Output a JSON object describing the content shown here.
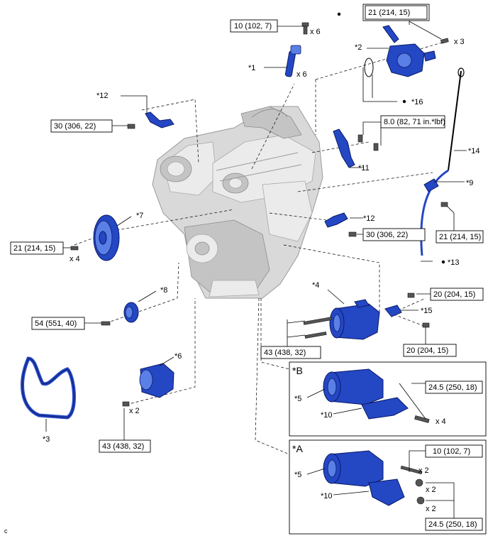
{
  "parts": {
    "p1": "*1",
    "p2": "*2",
    "p3": "*3",
    "p4": "*4",
    "p5a": "*5",
    "p5b": "*5",
    "p6": "*6",
    "p7": "*7",
    "p8": "*8",
    "p9": "*9",
    "p10a": "*10",
    "p10b": "*10",
    "p11": "*11",
    "p12a": "*12",
    "p12b": "*12",
    "p13": "*13",
    "p14": "*14",
    "p15": "*15",
    "p16": "*16"
  },
  "torques": {
    "t_top_left": "10 (102, 7)",
    "t_top_right": "21 (214, 15)",
    "t_left_bracket": "30 (306, 22)",
    "t_bracket_11": "8.0 (82, 71 in.*lbf)",
    "t_bracket_12": "30 (306, 22)",
    "t_dipstick": "21 (214, 15)",
    "t_pulley_7": "21 (214, 15)",
    "t_idler_8": "54 (551, 40)",
    "t_comp_right_top": "20 (204, 15)",
    "t_comp_right_bottom": "20 (204, 15)",
    "t_comp_left": "43 (438, 32)",
    "t_tensioner": "43 (438, 32)",
    "t_box_b": "24.5 (250, 18)",
    "t_box_a_top": "10 (102, 7)",
    "t_box_a_bottom": "24.5 (250, 18)"
  },
  "quantities": {
    "q_coil": "x 6",
    "q_bolt_top": "x 6",
    "q_pump": "x 3",
    "q_pulley": "x 4",
    "q_tensioner": "x 2",
    "q_box_b": "x 4",
    "q_box_a_1": "x 2",
    "q_box_a_2": "x 2",
    "q_box_a_3": "x 2"
  },
  "boxes": {
    "box_b": "*B",
    "box_a": "*A"
  },
  "corner_letter": "c"
}
